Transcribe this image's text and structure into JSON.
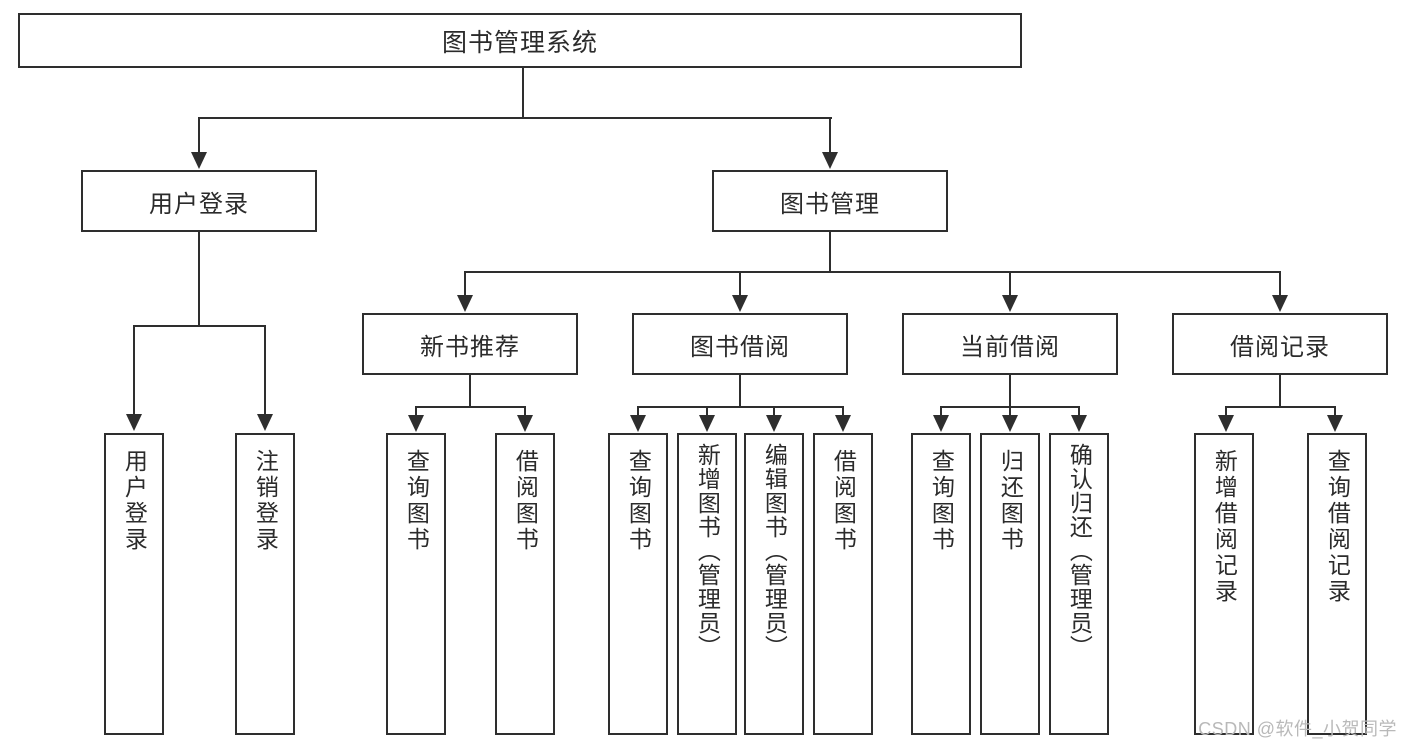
{
  "diagram": {
    "title": "图书管理系统",
    "root": {
      "label": "图书管理系统"
    },
    "level2": [
      {
        "label": "用户登录"
      },
      {
        "label": "图书管理"
      }
    ],
    "level3": [
      {
        "label": "新书推荐"
      },
      {
        "label": "图书借阅"
      },
      {
        "label": "当前借阅"
      },
      {
        "label": "借阅记录"
      }
    ],
    "leaves": {
      "user_login": [
        {
          "label": "用户登录"
        },
        {
          "label": "注销登录"
        }
      ],
      "new_book": [
        {
          "label": "查询图书"
        },
        {
          "label": "借阅图书"
        }
      ],
      "book_borrow": [
        {
          "label": "查询图书"
        },
        {
          "label": "新增图书（管理员）"
        },
        {
          "label": "编辑图书（管理员）"
        },
        {
          "label": "借阅图书"
        }
      ],
      "current_borrow": [
        {
          "label": "查询图书"
        },
        {
          "label": "归还图书"
        },
        {
          "label": "确认归还（管理员）"
        }
      ],
      "borrow_record": [
        {
          "label": "新增借阅记录"
        },
        {
          "label": "查询借阅记录"
        }
      ]
    }
  },
  "watermark": {
    "text": "CSDN @软件_小贺同学"
  },
  "colors": {
    "stroke": "#2e2e2e",
    "fill": "#ffffff",
    "text": "#2b2b2b",
    "watermark": "#b9b9b9"
  }
}
